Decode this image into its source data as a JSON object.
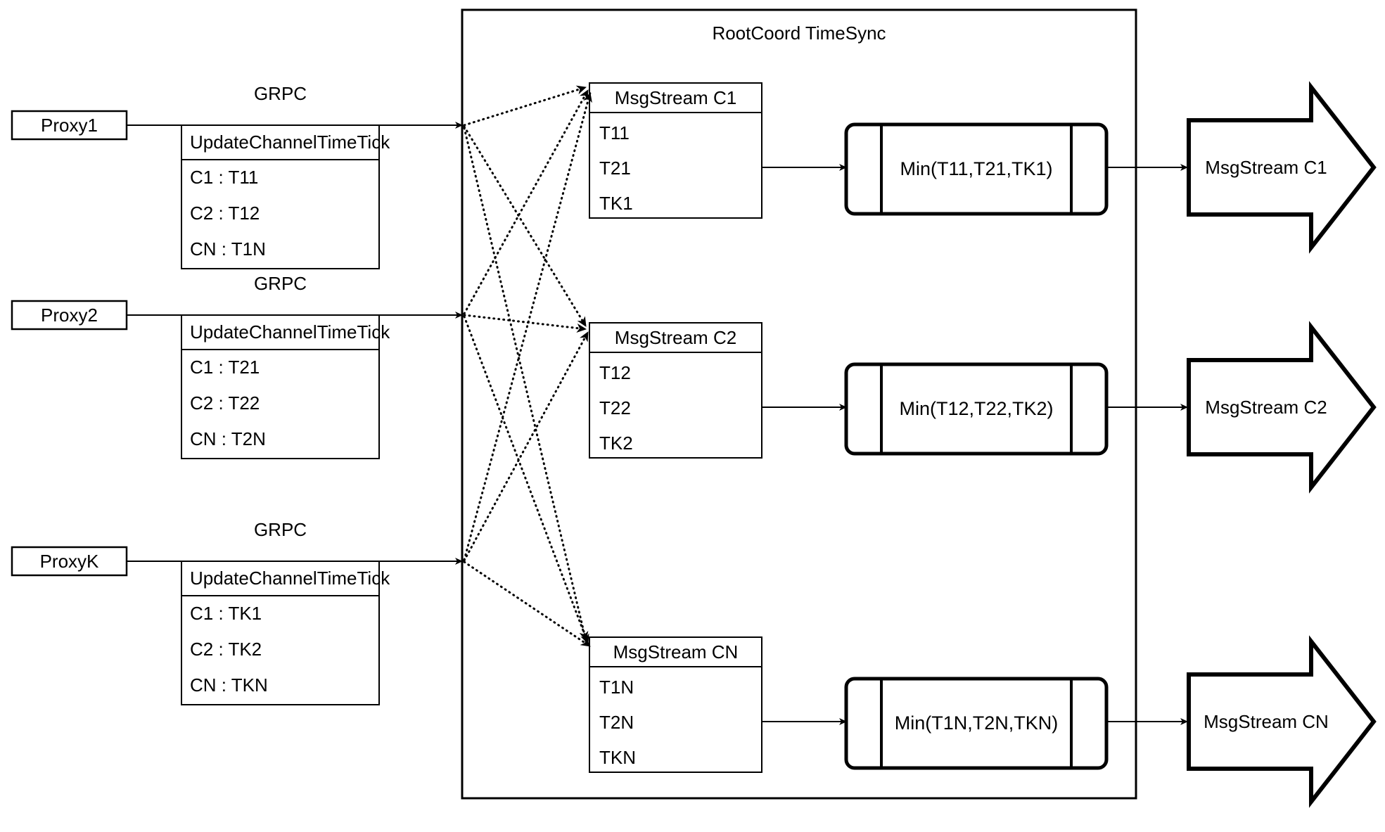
{
  "diagram": {
    "container_title": "RootCoord TimeSync",
    "edge_label": "GRPC",
    "rpc_title": "UpdateChannelTimeTick",
    "rows": [
      {
        "proxy": "Proxy1",
        "grpc": "GRPC",
        "rpc_title": "UpdateChannelTimeTick",
        "rpc_rows": [
          "C1 :  T11",
          "C2 :  T12",
          "CN : T1N"
        ],
        "msgstream_title": "MsgStream C1",
        "msgstream_rows": [
          "T11",
          "T21",
          "TK1"
        ],
        "min_label": "Min(T11,T21,TK1)",
        "output_label": "MsgStream C1"
      },
      {
        "proxy": "Proxy2",
        "grpc": "GRPC",
        "rpc_title": "UpdateChannelTimeTick",
        "rpc_rows": [
          "C1 :  T21",
          "C2 :  T22",
          "CN : T2N"
        ],
        "msgstream_title": "MsgStream C2",
        "msgstream_rows": [
          "T12",
          "T22",
          "TK2"
        ],
        "min_label": "Min(T12,T22,TK2)",
        "output_label": "MsgStream C2"
      },
      {
        "proxy": "ProxyK",
        "grpc": "GRPC",
        "rpc_title": "UpdateChannelTimeTick",
        "rpc_rows": [
          "C1 :  TK1",
          "C2 :  TK2",
          "CN : TKN"
        ],
        "msgstream_title": "MsgStream CN",
        "msgstream_rows": [
          "T1N",
          "T2N",
          "TKN"
        ],
        "min_label": "Min(T1N,T2N,TKN)",
        "output_label": "MsgStream CN"
      }
    ],
    "colors": {
      "stroke": "#000000",
      "background": "#ffffff"
    }
  }
}
